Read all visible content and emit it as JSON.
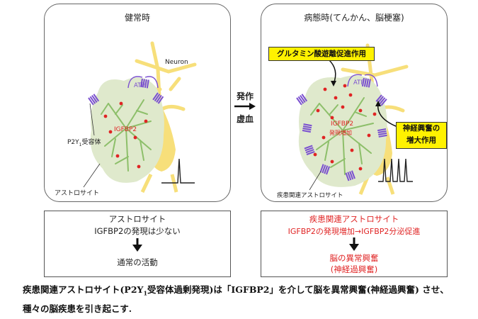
{
  "left_panel": {
    "title": "健常時",
    "neuron_label": "Neuron",
    "atp_label": "ATP",
    "igfbp2_label": "IGFBP2",
    "receptor_label_pre": "P2Y",
    "receptor_label_sub": "1",
    "receptor_label_post": "受容体",
    "astrocyte_label": "アストロサイト"
  },
  "middle_arrow": {
    "line1": "発作",
    "line2": "虚血"
  },
  "right_panel": {
    "title": "病態時(てんかん、脳梗塞)",
    "atp_label": "ATP",
    "igfbp2_label": "IGFBP2",
    "igfbp2_sub": "発現増加",
    "glutamate_box": "グルタミン酸遊離促進作用",
    "excitation_box_line1": "神経興奮の",
    "excitation_box_line2": "増大作用",
    "astrocyte_label": "疾患関連アストロサイト"
  },
  "left_box": {
    "line1": "アストロサイト",
    "line2": "IGFBP2の発現は少ない",
    "line3": "通常の活動"
  },
  "right_box": {
    "line1": "疾患関連アストロサイト",
    "line2": "IGFBP2の発現増加→IGFBP2分泌促進",
    "line3": "脳の異常興奮",
    "line4": "(神経過興奮)"
  },
  "caption": {
    "part1": "疾患関連アストロサイト(P2Y",
    "sub": "1",
    "part2": "受容体過剰発現)は「IGFBP2」を介して脳を異常興奮(神経過興奮) させ、種々の脳疾患を引き起こす."
  },
  "colors": {
    "astrocyte_fill": "#dfe9cc",
    "astrocyte_process": "#8dbf6a",
    "neuron": "#f7df7a",
    "receptor": "#7a4fd0",
    "igfbp2_dot": "#e02424",
    "highlight_box": "#fff200"
  }
}
